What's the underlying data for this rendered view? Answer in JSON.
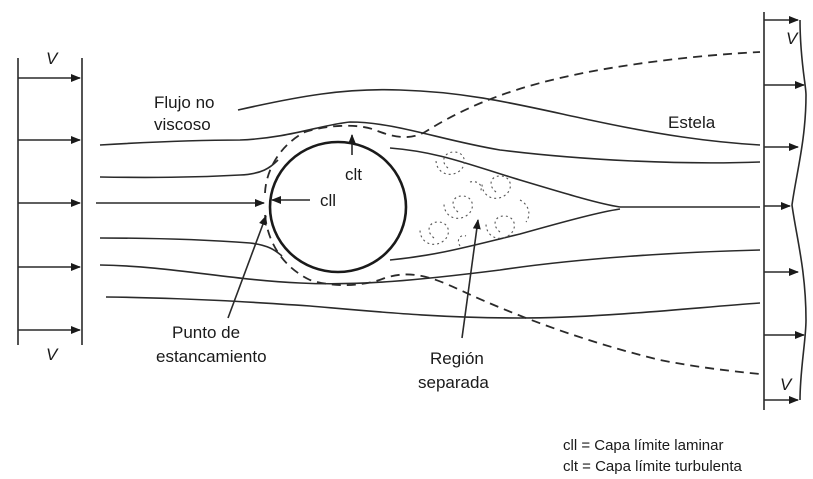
{
  "labels": {
    "v_top_left": "V",
    "v_bottom_left": "V",
    "v_top_right": "V",
    "v_bottom_right": "V",
    "flujo_line1": "Flujo no",
    "flujo_line2": "viscoso",
    "estela": "Estela",
    "clt": "clt",
    "cll": "cll",
    "punto_line1": "Punto de",
    "punto_line2": "estancamiento",
    "region_line1": "Región",
    "region_line2": "separada"
  },
  "legend": {
    "cll": "cll = Capa límite laminar",
    "clt": "clt = Capa límite turbulenta"
  },
  "colors": {
    "ink": "#1a1a1a",
    "background": "#ffffff"
  }
}
